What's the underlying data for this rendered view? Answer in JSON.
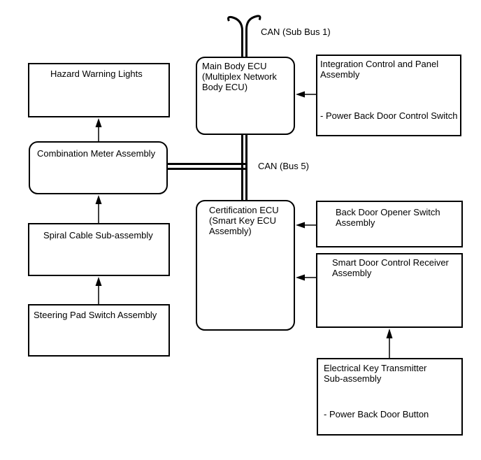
{
  "bus_labels": {
    "sub_bus_1": "CAN (Sub Bus 1)",
    "bus_5": "CAN (Bus 5)"
  },
  "nodes": {
    "hazard_warning_lights": {
      "title": "Hazard Warning Lights"
    },
    "combination_meter": {
      "title": "Combination Meter Assembly"
    },
    "spiral_cable": {
      "title": "Spiral Cable Sub-assembly"
    },
    "steering_pad_switch": {
      "title": "Steering Pad Switch Assembly"
    },
    "main_body_ecu": {
      "title": "Main Body ECU (Multiplex Network Body ECU)"
    },
    "integration_control": {
      "title": "Integration Control and Panel Assembly",
      "detail": "- Power Back Door Control Switch"
    },
    "certification_ecu": {
      "title": "Certification ECU (Smart Key ECU Assembly)"
    },
    "back_door_opener_switch": {
      "title": "Back Door Opener Switch Assembly"
    },
    "smart_door_control_receiver": {
      "title": "Smart Door Control Receiver Assembly"
    },
    "electrical_key_transmitter": {
      "title": "Electrical Key Transmitter Sub-assembly",
      "detail": "- Power Back Door Button"
    }
  },
  "colors": {
    "line": "#000000",
    "background": "#ffffff"
  }
}
